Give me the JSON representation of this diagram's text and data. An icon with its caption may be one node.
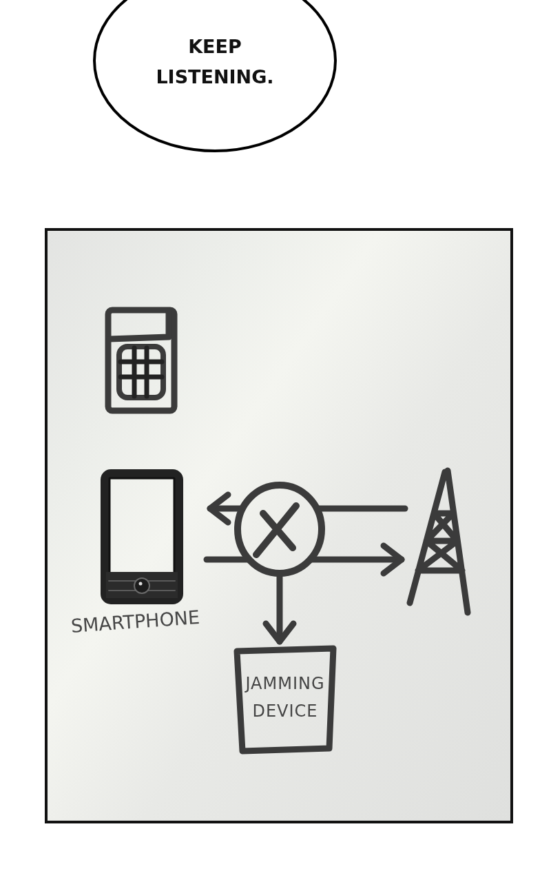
{
  "diagram": {
    "nodes": [
      {
        "text": [
          "KEEP LISTENING."
        ]
      },
      {
        "text": [],
        "shape": "box"
      },
      {
        "text": [],
        "shape": "picture",
        "in": 1
      },
      {
        "text": [],
        "shape": "picture",
        "in": 1,
        "beside": [
          "SMARTPHONE"
        ]
      },
      {
        "text": [],
        "shape": "circle",
        "in": 1
      },
      {
        "text": [],
        "shape": "picture",
        "in": 1
      },
      {
        "text": [
          "JAMMING DEVICE"
        ],
        "in": 1
      }
    ],
    "edges": [
      {
        "from": 5,
        "to": 4,
        "arrow": "none"
      },
      {
        "from": 4,
        "to": 3,
        "arrow": "to"
      },
      {
        "from": 3,
        "to": 4,
        "arrow": "none"
      },
      {
        "from": 4,
        "to": 5,
        "arrow": "to"
      },
      {
        "from": 4,
        "to": 6,
        "arrow": "to"
      }
    ]
  }
}
